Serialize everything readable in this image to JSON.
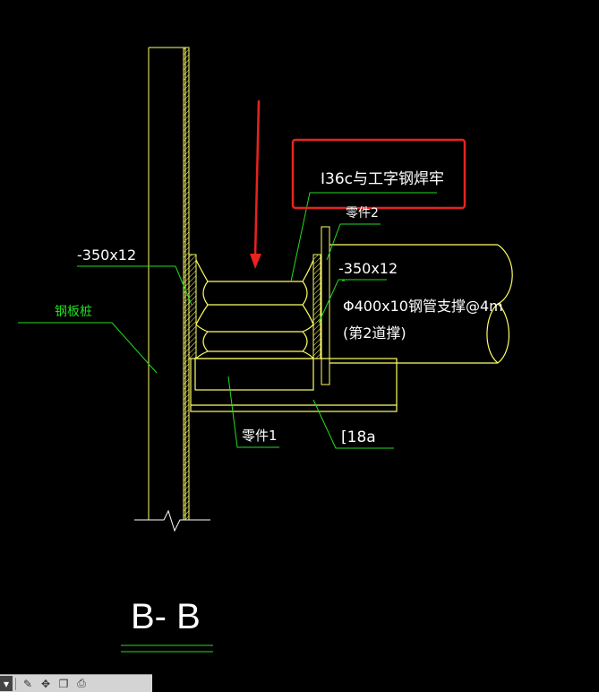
{
  "labels": {
    "callout_i36c": "I36c与工字钢焊牢",
    "part2": "零件2",
    "plate_left": "-350x12",
    "plate_right": "-350x12",
    "pipe_support": "Φ400x10钢管支撑@4m",
    "support_level": "(第2道撑)",
    "sheet_pile": "钢板桩",
    "part1": "零件1",
    "channel": "[18a",
    "section_title": "B- B"
  },
  "colors": {
    "background": "#000000",
    "steel_yellow": "#ffff66",
    "leader_green": "#22dd22",
    "highlight_red": "#e8231e",
    "text_white": "#ffffff"
  },
  "toolbar": {
    "items": [
      "dropdown-arrow-icon",
      "edit-pen-icon",
      "move-icon",
      "copy-icon",
      "print-icon"
    ]
  }
}
